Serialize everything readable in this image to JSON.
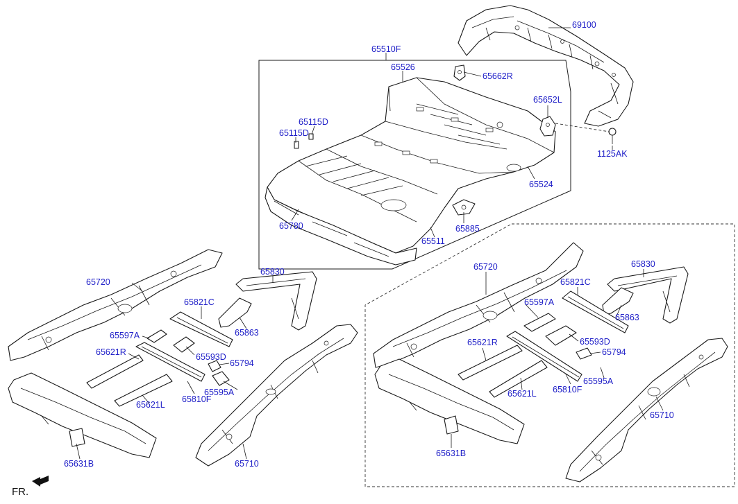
{
  "labels": {
    "p69100": "69100",
    "p65510F": "65510F",
    "p65526": "65526",
    "p65662R": "65662R",
    "p65652L": "65652L",
    "p65115D_a": "65115D",
    "p65115D_b": "65115D",
    "p1125AK": "1125AK",
    "p65524": "65524",
    "p65780": "65780",
    "p65885": "65885",
    "p65511": "65511",
    "L": {
      "p65720": "65720",
      "p65830": "65830",
      "p65821C": "65821C",
      "p65863": "65863",
      "p65597A": "65597A",
      "p65621R": "65621R",
      "p65593D": "65593D",
      "p65794": "65794",
      "p65595A": "65595A",
      "p65621L": "65621L",
      "p65810F": "65810F",
      "p65631B": "65631B",
      "p65710": "65710"
    },
    "R": {
      "p65720": "65720",
      "p65830": "65830",
      "p65821C": "65821C",
      "p65597A": "65597A",
      "p65863": "65863",
      "p65621R": "65621R",
      "p65593D": "65593D",
      "p65794": "65794",
      "p65810F": "65810F",
      "p65595A": "65595A",
      "p65621L": "65621L",
      "p65710": "65710",
      "p65631B": "65631B"
    }
  },
  "front_indicator": "FR.",
  "colors": {
    "label": "#2020c8",
    "line": "#1a1a1a"
  }
}
